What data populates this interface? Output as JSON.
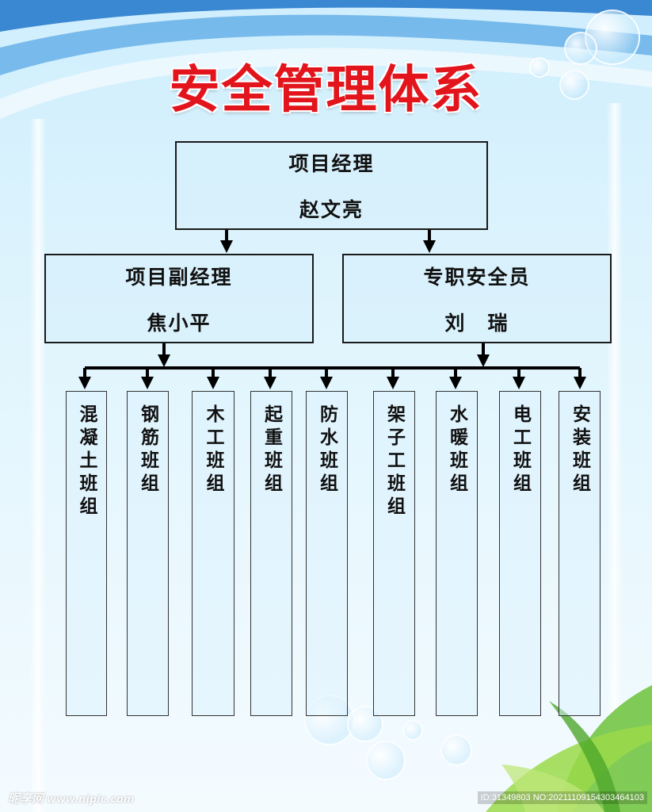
{
  "title": "安全管理体系",
  "colors": {
    "title": "#e2141c",
    "box_border": "#1a1a1a",
    "connector": "#000000",
    "background_top": "#cfeefd",
    "background_bottom": "#f4fbff"
  },
  "icons": [
    "bubble",
    "leaf"
  ],
  "manager": {
    "role": "项目经理",
    "name": "赵文亮"
  },
  "deputy": {
    "role": "项目副经理",
    "name": "焦小平"
  },
  "safety_officer": {
    "role": "专职安全员",
    "name": "刘　瑞"
  },
  "teams": [
    "混凝土班组",
    "钢筋班组",
    "木工班组",
    "起重班组",
    "防水班组",
    "架子工班组",
    "水暖班组",
    "电工班组",
    "安装班组"
  ],
  "watermark": {
    "logo": "昵享网",
    "site": "www.nipic.com"
  },
  "image_id": "ID:31349803 NO:20211109154303464103"
}
